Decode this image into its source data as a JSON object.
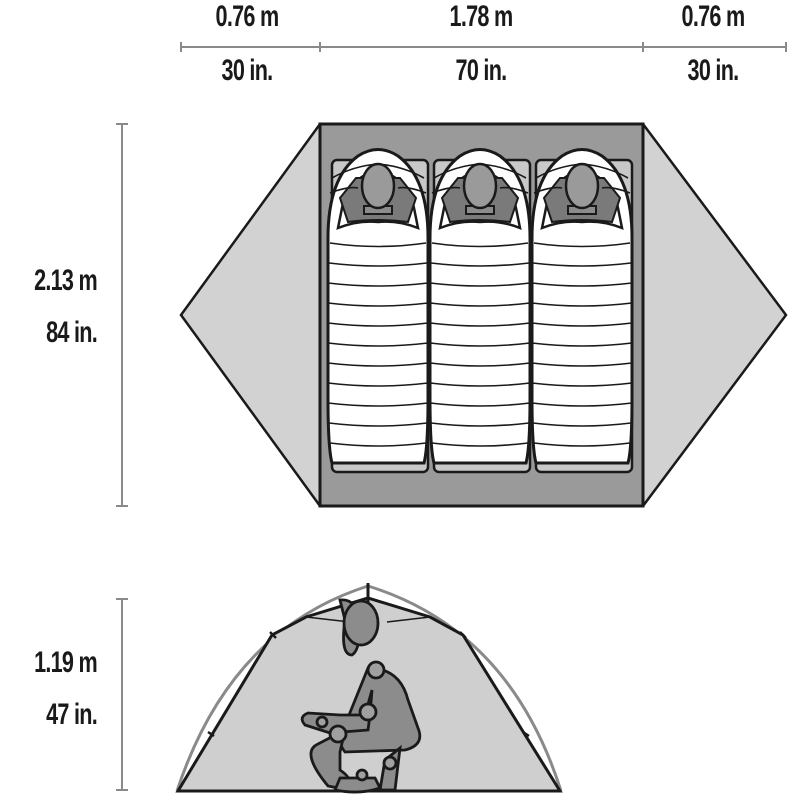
{
  "diagram": {
    "type": "tent floor plan and side elevation",
    "top_dimensions": [
      {
        "metric": "0.76 m",
        "imperial": "30 in."
      },
      {
        "metric": "1.78 m",
        "imperial": "70 in."
      },
      {
        "metric": "0.76 m",
        "imperial": "30 in."
      }
    ],
    "floor_length": {
      "metric": "2.13 m",
      "imperial": "84 in."
    },
    "peak_height": {
      "metric": "1.19 m",
      "imperial": "47 in."
    },
    "sleepers": 3,
    "colors": {
      "vestibule": "#d2d2d2",
      "floor": "#9a9a9a",
      "pad": "#c8c8c8",
      "bag": "#ffffff",
      "figure": "#8c8c8c",
      "outline": "#1a1a1a",
      "dim_line": "#8a8a8a"
    }
  }
}
